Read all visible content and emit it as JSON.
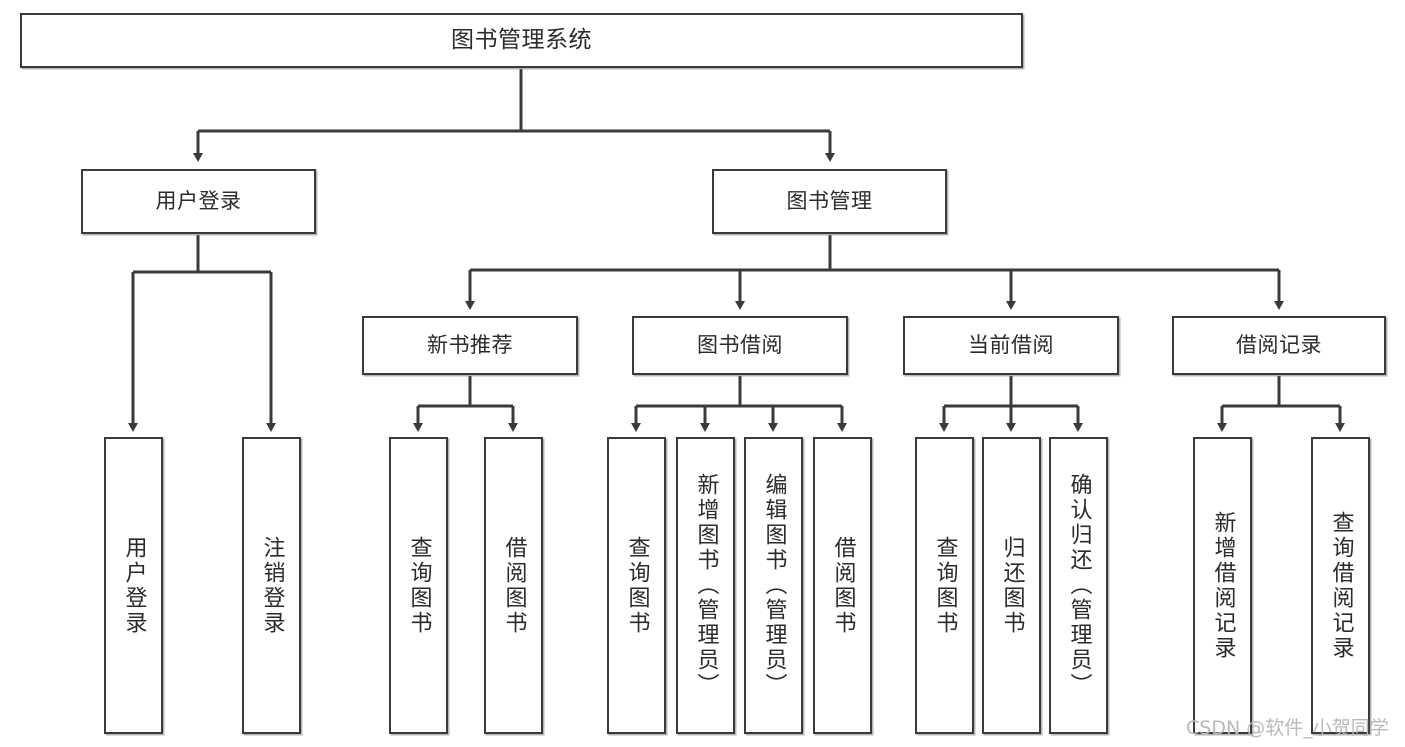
{
  "diagram": {
    "title": "图书管理系统",
    "type": "tree-hierarchy-chart",
    "watermark": "CSDN @软件_小贺同学",
    "colors": {
      "node_border": "#3a3a3a",
      "node_fill": "#ffffff",
      "edge": "#3a3a3a",
      "text": "#2b2b2b",
      "watermark": "#b9b9b9"
    },
    "nodes": {
      "root": {
        "label": "图书管理系统"
      },
      "level2": [
        {
          "id": "user-login",
          "label": "用户登录"
        },
        {
          "id": "book-manage",
          "label": "图书管理"
        }
      ],
      "level3": [
        {
          "id": "new-book-recommend",
          "label": "新书推荐"
        },
        {
          "id": "book-borrow",
          "label": "图书借阅"
        },
        {
          "id": "current-borrow",
          "label": "当前借阅"
        },
        {
          "id": "borrow-record",
          "label": "借阅记录"
        }
      ],
      "leaves": [
        {
          "id": "leaf-user-login",
          "label": "用户登录",
          "parent": "user-login"
        },
        {
          "id": "leaf-logout-login",
          "label": "注销登录",
          "parent": "user-login"
        },
        {
          "id": "leaf-query-book-1",
          "label": "查询图书",
          "parent": "new-book-recommend"
        },
        {
          "id": "leaf-borrow-book-1",
          "label": "借阅图书",
          "parent": "new-book-recommend"
        },
        {
          "id": "leaf-query-book-2",
          "label": "查询图书",
          "parent": "book-borrow"
        },
        {
          "id": "leaf-add-book",
          "label": "新增图书（管理员）",
          "parent": "book-borrow"
        },
        {
          "id": "leaf-edit-book",
          "label": "编辑图书（管理员）",
          "parent": "book-borrow"
        },
        {
          "id": "leaf-borrow-book-2",
          "label": "借阅图书",
          "parent": "book-borrow"
        },
        {
          "id": "leaf-query-book-3",
          "label": "查询图书",
          "parent": "current-borrow"
        },
        {
          "id": "leaf-return-book",
          "label": "归还图书",
          "parent": "current-borrow"
        },
        {
          "id": "leaf-confirm-return",
          "label": "确认归还（管理员）",
          "parent": "current-borrow"
        },
        {
          "id": "leaf-add-record",
          "label": "新增借阅记录",
          "parent": "borrow-record"
        },
        {
          "id": "leaf-query-record",
          "label": "查询借阅记录",
          "parent": "borrow-record"
        }
      ]
    }
  }
}
